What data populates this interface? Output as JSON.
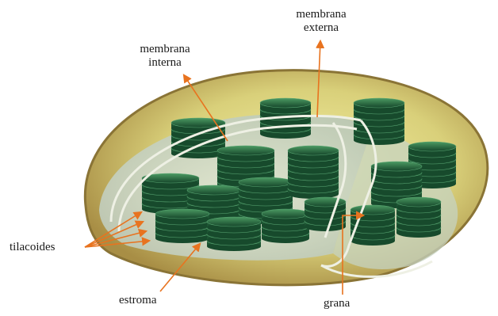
{
  "labels": {
    "membrana_externa": [
      "membrana",
      "externa"
    ],
    "membrana_interna": [
      "membrana",
      "interna"
    ],
    "tilacoides": "tilacoides",
    "estroma": "estroma",
    "grana": "grana"
  },
  "colors": {
    "arrow": "#e8731f",
    "outer_membrane": "#c9b46a",
    "stroma": "#e9e38a",
    "granum_dark": "#1f5f3a",
    "granum_light": "#3f8f5a",
    "inner_membrane": "#e8eadf"
  }
}
